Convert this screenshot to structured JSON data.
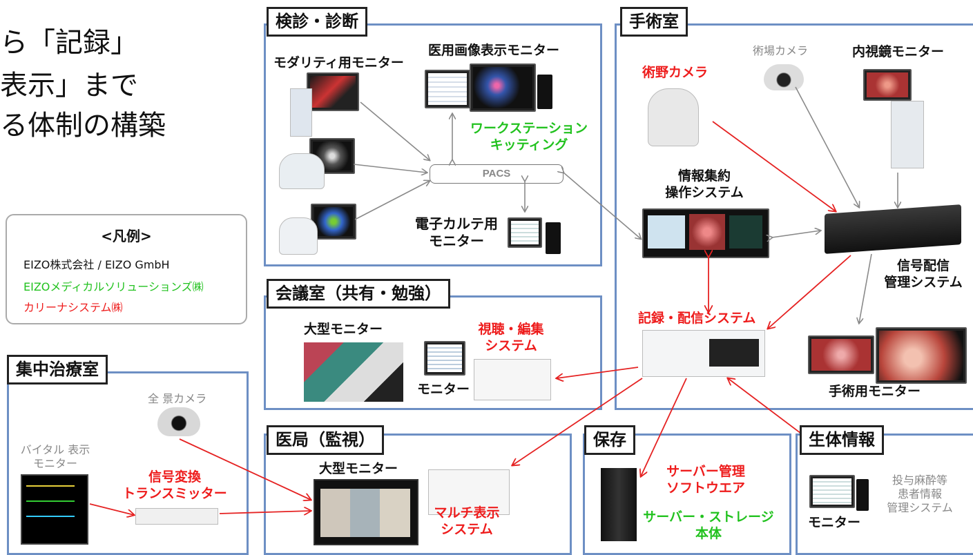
{
  "title": {
    "line1": "ら「記録」",
    "line2": "表示」まで",
    "line3": "る体制の構築"
  },
  "legend": {
    "heading": "<凡例>",
    "item1": "EIZO株式会社 / EIZO GmbH",
    "item2": "EIZOメディカルソリューションズ㈱",
    "item3": "カリーナシステム㈱",
    "colors": {
      "item1": "#111111",
      "item2": "#22c21f",
      "item3": "#ee1c1c"
    }
  },
  "sections": {
    "exam": "検診・診断",
    "surgery": "手術室",
    "conference": "会議室（共有・勉強）",
    "icu": "集中治療室",
    "office": "医局（監視）",
    "storage": "保存",
    "vital": "生体情報"
  },
  "exam": {
    "modality_monitor": "モダリティ用モニター",
    "medical_image_monitor": "医用画像表示モニター",
    "workstation_line1": "ワークステーション",
    "workstation_line2": "キッティング",
    "pacs": "PACS",
    "emr_line1": "電子カルテ用",
    "emr_line2": "モニター"
  },
  "surgery": {
    "field_camera": "術野カメラ",
    "site_camera": "術場カメラ",
    "endoscope_monitor": "内視鏡モニター",
    "info_line1": "情報集約",
    "info_line2": "操作システム",
    "signal_line1": "信号配信",
    "signal_line2": "管理システム",
    "record": "記録・配信システム",
    "surgical_monitor": "手術用モニター"
  },
  "conference": {
    "large_monitor": "大型モニター",
    "view_line1": "視聴・編集",
    "view_line2": "システム",
    "monitor": "モニター"
  },
  "icu": {
    "panorama_camera": "全 景カメラ",
    "vital_line1": "バイタル 表示",
    "vital_line2": "モニター",
    "transmitter_line1": "信号変換",
    "transmitter_line2": "トランスミッター"
  },
  "office": {
    "large_monitor": "大型モニター",
    "multi_line1": "マルチ表示",
    "multi_line2": "システム"
  },
  "storage": {
    "server_line1": "サーバー管理",
    "server_line2": "ソフトウエア",
    "storage_line1": "サーバー・ストレージ",
    "storage_line2": "本体"
  },
  "vital": {
    "monitor": "モニター",
    "anesthesia_line1": "投与麻酔等",
    "anesthesia_line2": "患者情報",
    "anesthesia_line3": "管理システム"
  }
}
